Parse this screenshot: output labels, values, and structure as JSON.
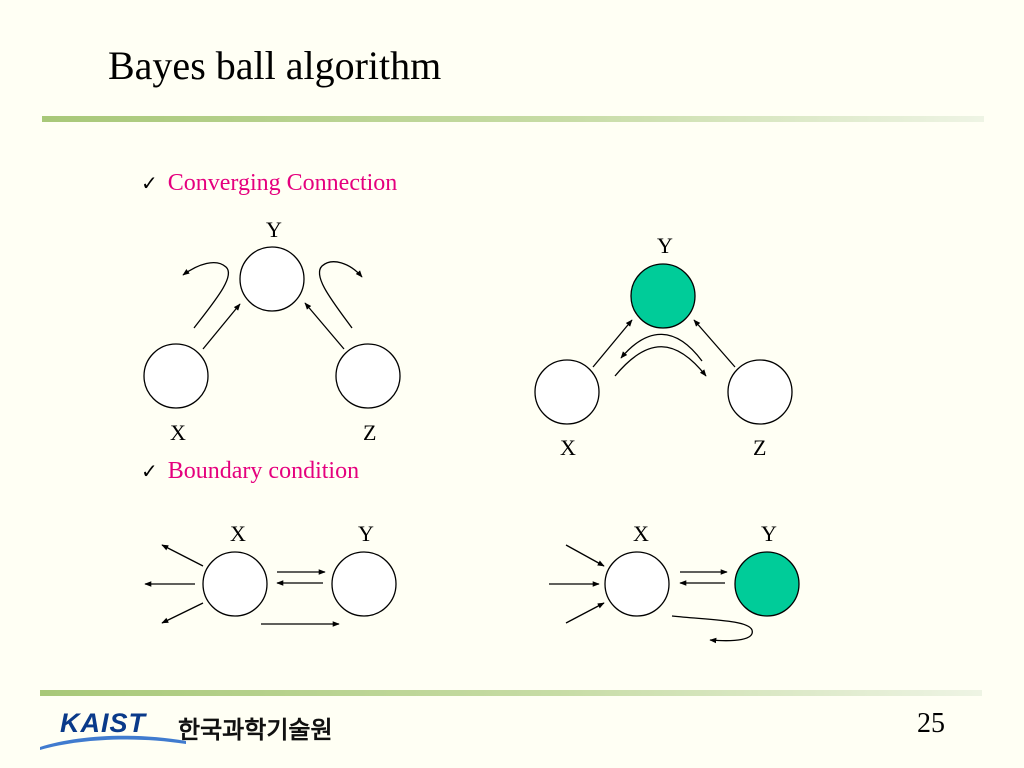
{
  "slide": {
    "title": "Bayes ball algorithm",
    "page_number": "25"
  },
  "bullets": [
    {
      "check": "✓",
      "text": "Converging Connection"
    },
    {
      "check": "✓",
      "text": "Boundary condition"
    }
  ],
  "diagrams": {
    "converging_unobserved": {
      "labels": [
        "Y",
        "X",
        "Z"
      ],
      "observed": "none"
    },
    "converging_observed": {
      "labels": [
        "Y",
        "X",
        "Z"
      ],
      "observed": "Y"
    },
    "boundary_unobserved": {
      "labels": [
        "X",
        "Y"
      ],
      "observed": "none"
    },
    "boundary_observed": {
      "labels": [
        "X",
        "Y"
      ],
      "observed": "Y"
    }
  },
  "colors": {
    "observed_fill": "#00CC99",
    "bullet_text": "#E5007E",
    "logo_blue": "#0A3A8A"
  },
  "footer": {
    "logo_text": "KAIST",
    "logo_korean": "한국과학기술원"
  }
}
